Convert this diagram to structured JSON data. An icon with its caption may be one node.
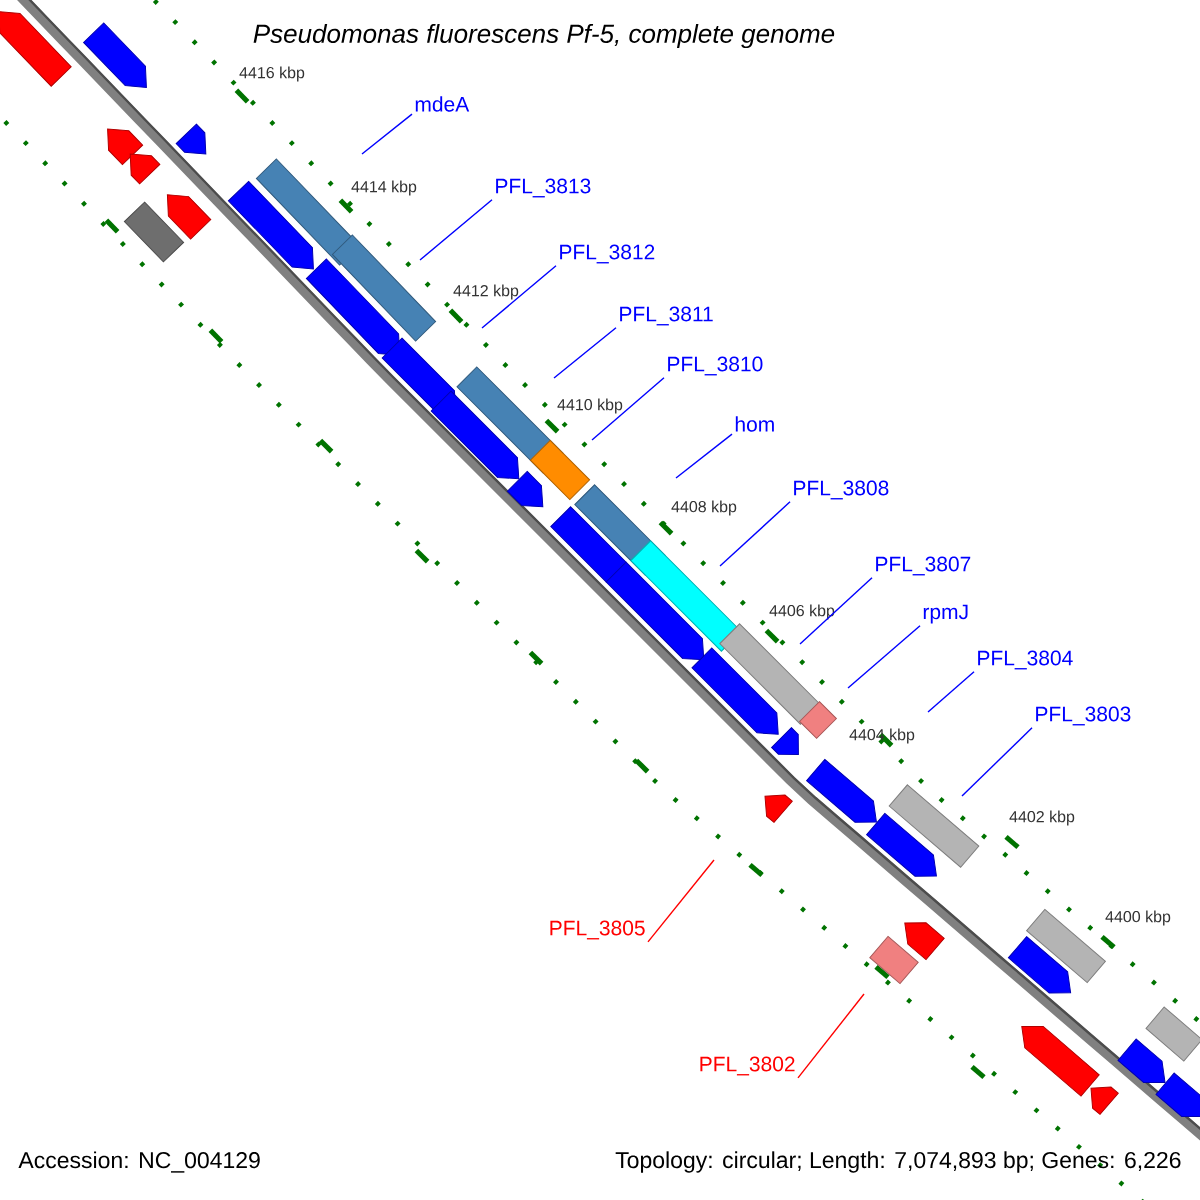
{
  "diagram": {
    "title": "Pseudomonas fluorescens Pf-5, complete genome",
    "nodes": [
      {
        "text": [
          "mdeA"
        ]
      },
      {
        "text": [
          "PFL_3813"
        ]
      },
      {
        "text": [
          "PFL_3812"
        ]
      },
      {
        "text": [
          "PFL_3811"
        ]
      },
      {
        "text": [
          "PFL_3810"
        ]
      },
      {
        "text": [
          "hom"
        ]
      },
      {
        "text": [
          "PFL_3808"
        ]
      },
      {
        "text": [
          "PFL_3807"
        ]
      },
      {
        "text": [
          "rpmJ"
        ]
      },
      {
        "text": [
          "PFL_3804"
        ]
      },
      {
        "text": [
          "PFL_3803"
        ]
      },
      {
        "text": [
          "PFL_3805"
        ]
      },
      {
        "text": [
          "PFL_3802"
        ]
      }
    ],
    "edges": [
      {
        "from": 0,
        "to": null,
        "arrow": "none"
      },
      {
        "from": 1,
        "to": null,
        "arrow": "none"
      },
      {
        "from": 2,
        "to": null,
        "arrow": "none"
      },
      {
        "from": 3,
        "to": null,
        "arrow": "none"
      },
      {
        "from": 4,
        "to": null,
        "arrow": "none"
      },
      {
        "from": 5,
        "to": null,
        "arrow": "none"
      },
      {
        "from": 6,
        "to": null,
        "arrow": "none"
      },
      {
        "from": 7,
        "to": null,
        "arrow": "none"
      },
      {
        "from": 8,
        "to": null,
        "arrow": "none"
      },
      {
        "from": 9,
        "to": null,
        "arrow": "none"
      },
      {
        "from": 10,
        "to": null,
        "arrow": "none"
      },
      {
        "from": 11,
        "to": null,
        "arrow": "none",
        "color": "#ff0000"
      },
      {
        "from": 12,
        "to": null,
        "arrow": "none",
        "color": "#ff0000"
      }
    ],
    "labels": [
      "4416 kbp",
      "4414 kbp",
      "4412 kbp",
      "4410 kbp",
      "4408 kbp",
      "4406 kbp",
      "4404 kbp",
      "4402 kbp",
      "4400 kbp",
      "Accession: NC_004129",
      "Topology: circular; Length: 7,074,893 bp; Genes: 6,226"
    ]
  }
}
